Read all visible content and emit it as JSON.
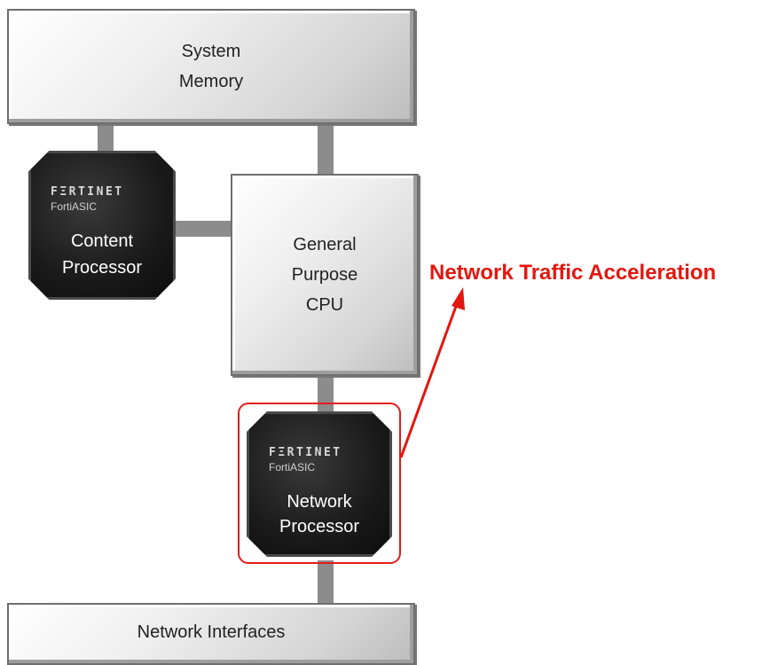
{
  "system_memory": {
    "line1": "System",
    "line2": "Memory"
  },
  "content_processor": {
    "brand": "FΞRTINET",
    "sub": "FortiASIC",
    "line1": "Content",
    "line2": "Processor"
  },
  "cpu": {
    "line1": "General",
    "line2": "Purpose",
    "line3": "CPU"
  },
  "network_processor": {
    "brand": "FΞRTINET",
    "sub": "FortiASIC",
    "line1": "Network",
    "line2": "Processor"
  },
  "network_interfaces": {
    "label": "Network Interfaces"
  },
  "annotation": {
    "text": "Network Traffic Acceleration",
    "color": "#e3170f"
  },
  "colors": {
    "connector": "#8c8c8c",
    "chip": "#1a1a1a",
    "highlight": "#e31b1b"
  }
}
